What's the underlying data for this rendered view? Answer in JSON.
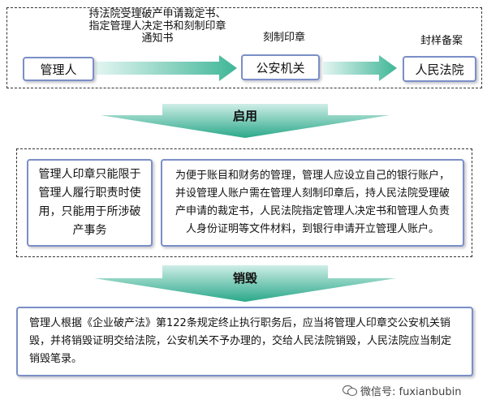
{
  "stage1": {
    "node_manager": "管理人",
    "edge1_label": "持法院受理破产申请裁定书、指定管理人决定书和刻制印章通知书",
    "node_police": "公安机关",
    "edge2_label": "刻制印章",
    "node_court": "人民法院",
    "edge3_label": "封样备案"
  },
  "step_enable": "启用",
  "stage2": {
    "left_text": "管理人印章只能限于管理人履行职责时使用，只能用于所涉破产事务",
    "right_text": "为便于账目和财务的管理，管理人应设立自己的银行账户，并设管理人账户需在管理人刻制印章后，持人民法院受理破产申请的裁定书，人民法院指定管理人决定书和管理人负责人身份证明等文件材料，到银行申请开立管理人账户。"
  },
  "step_destroy": "销毁",
  "stage3": {
    "text": "管理人根据《企业破产法》第122条规定终止执行职务后，应当将管理人印章交公安机关销毁，并将销毁证明交给法院，公安机关不予办理的，交给人民法院销毁，人民法院应当制定销毁笔录。"
  },
  "watermark": "微信号: fuxianbubin",
  "colors": {
    "arrow_light": "#c9ece6",
    "arrow_dark": "#2aa889",
    "box_border": "#7b8fc7"
  }
}
